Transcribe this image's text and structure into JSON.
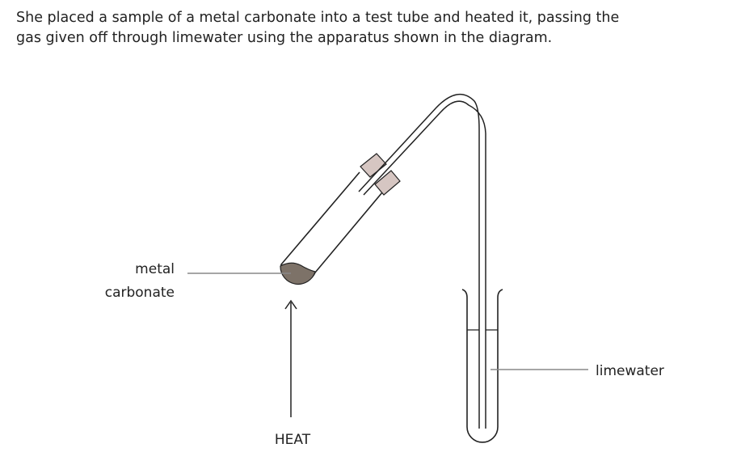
{
  "intro": {
    "line1": "She placed a sample of a metal carbonate into a test tube and heated it, passing the",
    "line2": "gas given off through limewater using the apparatus shown in the diagram."
  },
  "labels": {
    "metal_line1": "metal",
    "metal_line2": "carbonate",
    "limewater": "limewater",
    "heat": "HEAT"
  },
  "colors": {
    "stopper": "#d6c6c2",
    "solid": "#7d7268",
    "line": "#222222",
    "pointer": "#888888"
  }
}
